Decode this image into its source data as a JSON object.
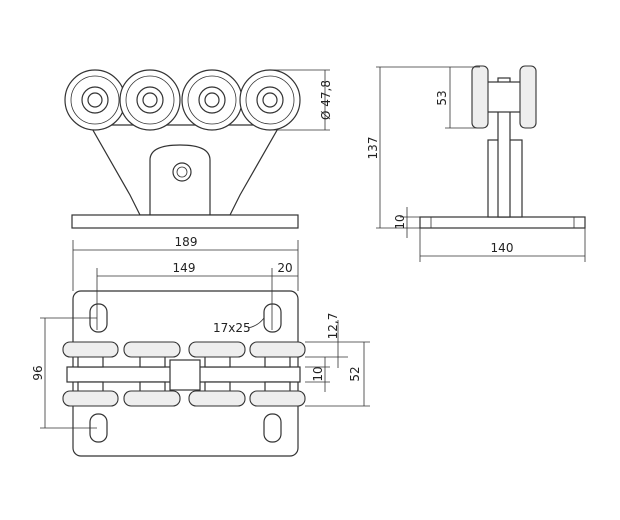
{
  "drawing": {
    "front_view": {
      "wheel_diameter": "Ø 47,8"
    },
    "side_view": {
      "height_total": "137",
      "wheel_height": "53",
      "plate_thickness": "10",
      "plate_width": "140"
    },
    "bottom_view": {
      "plate_width": "189",
      "hole_spacing": "149",
      "hole_edge_offset": "20",
      "hole_size": "17x25",
      "hole_pitch_vertical": "96",
      "roller_width": "12,7",
      "gap": "10",
      "roller_span": "52"
    }
  }
}
